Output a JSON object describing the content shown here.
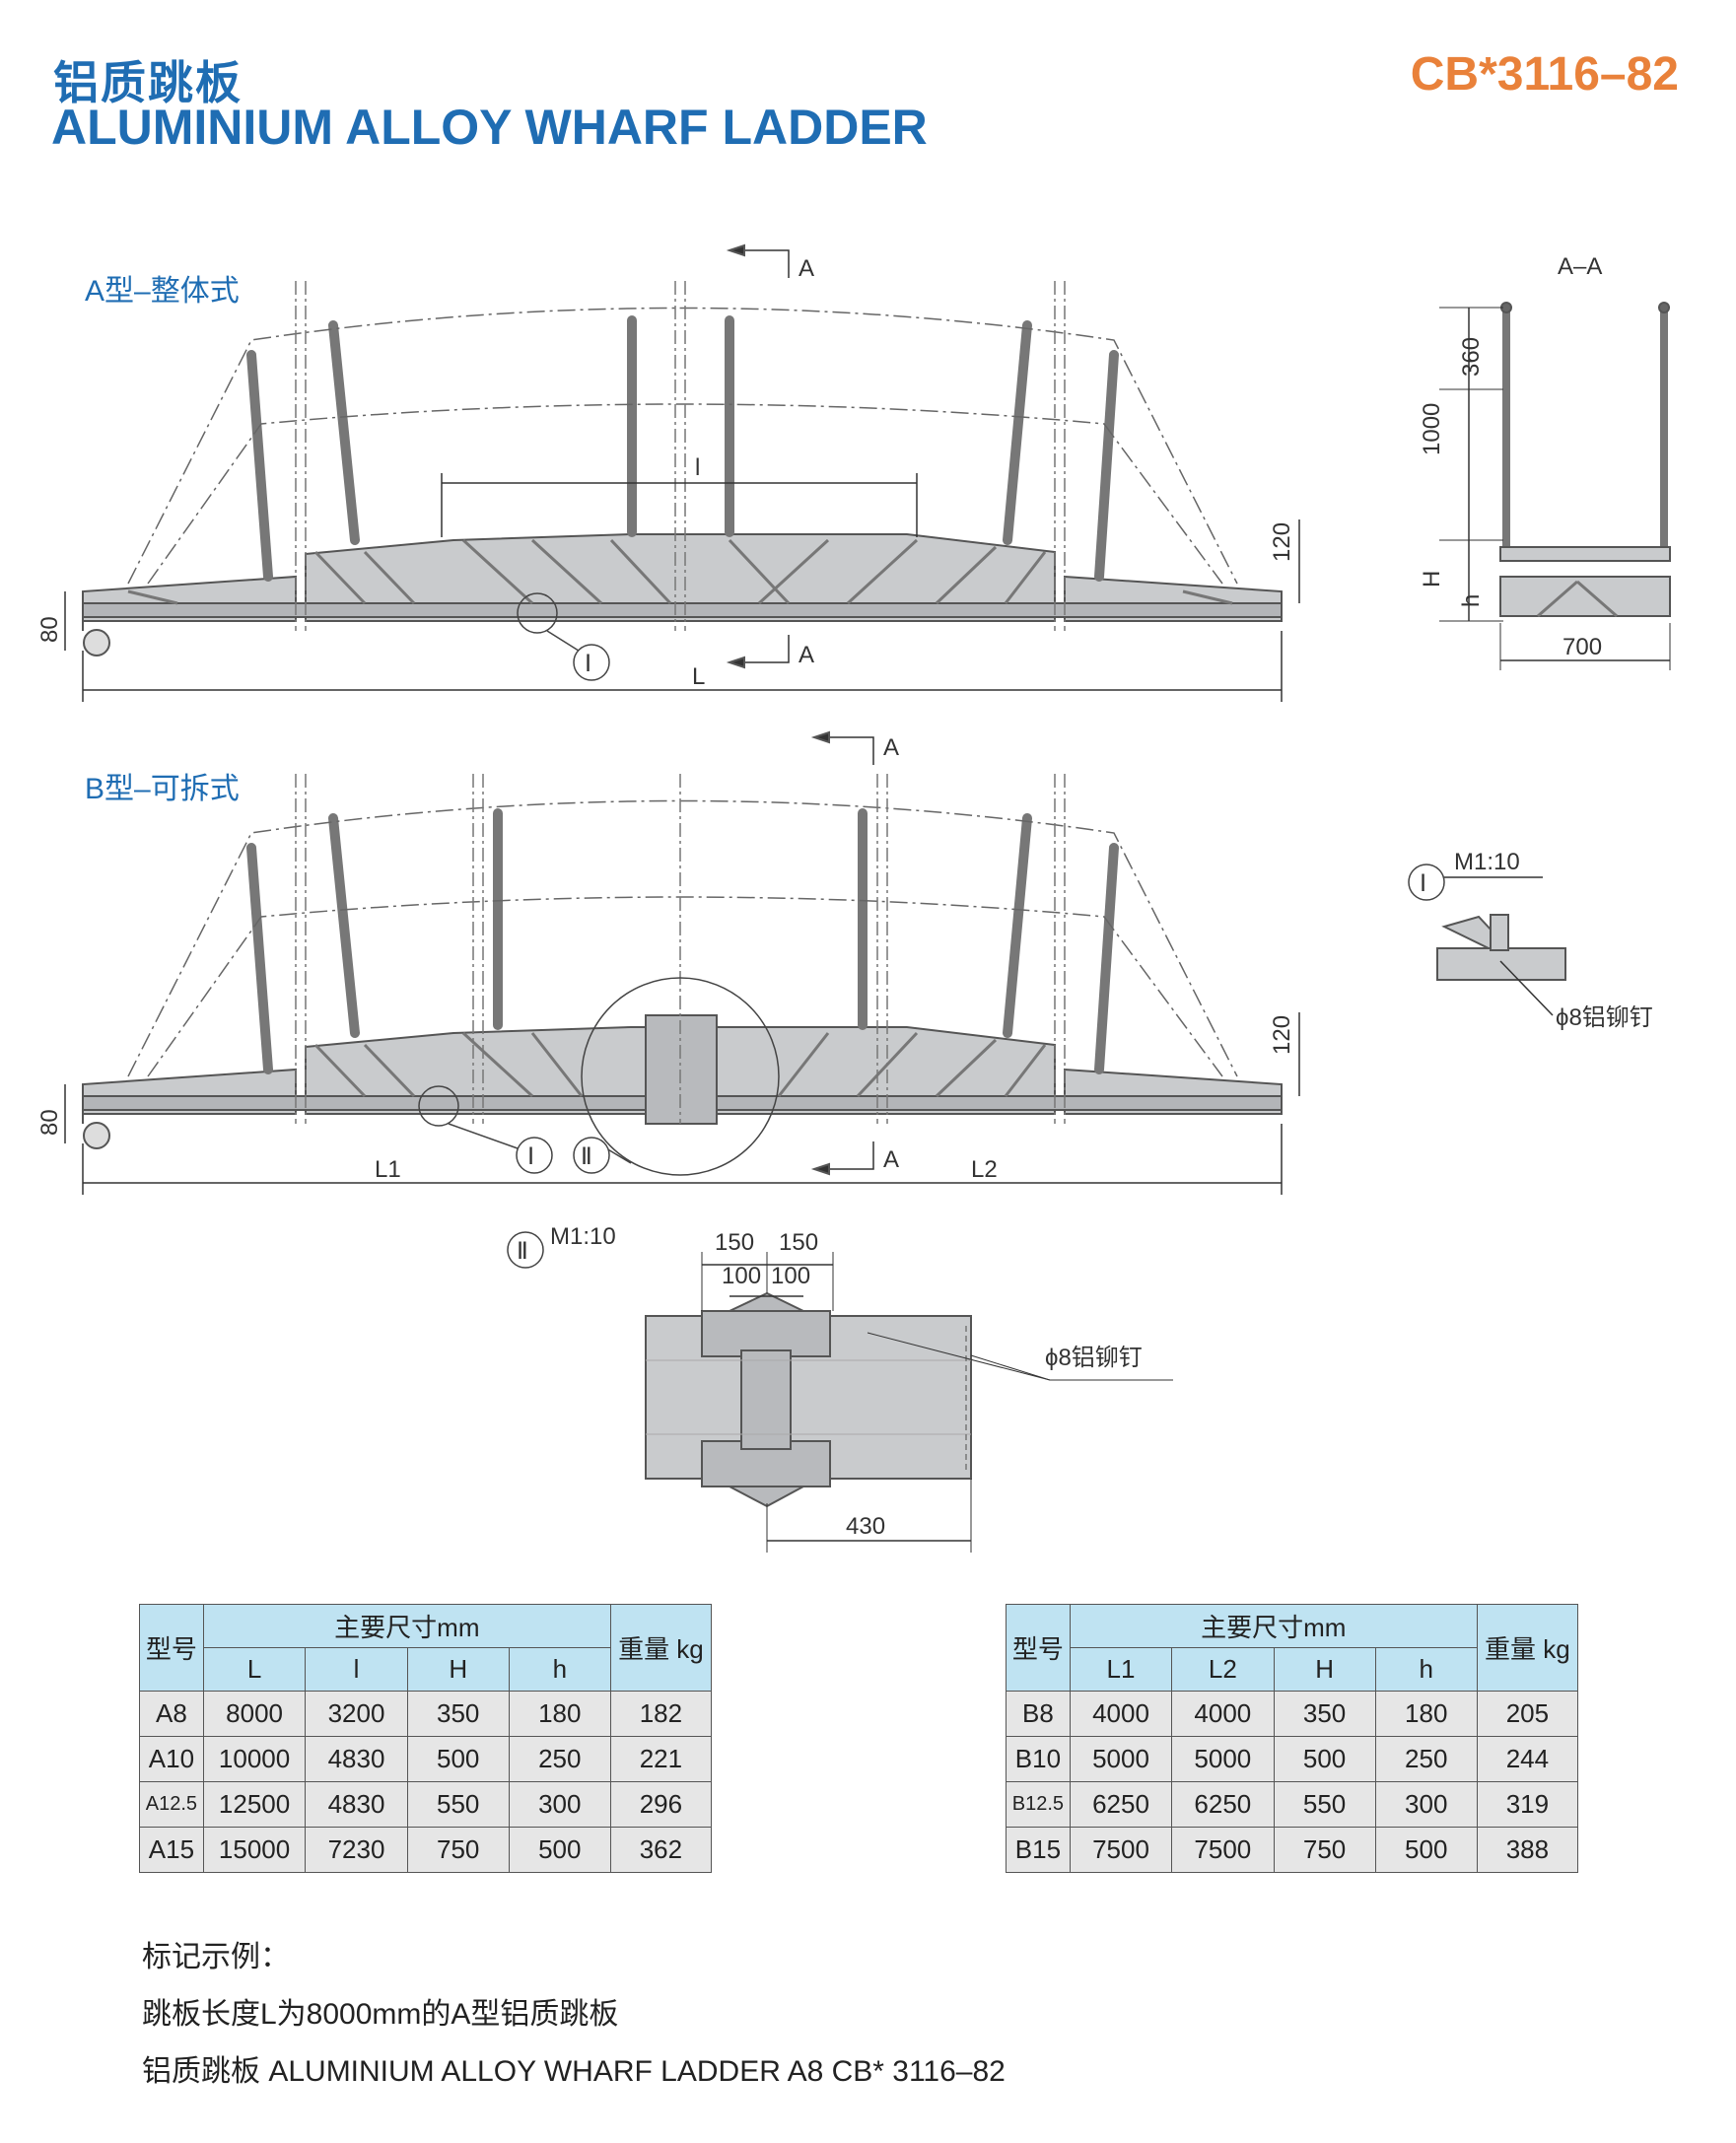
{
  "header": {
    "title_cn": "铝质跳板",
    "title_en": "ALUMINIUM ALLOY WHARF LADDER",
    "standard": "CB*3116–82"
  },
  "drawing": {
    "type_a_label": "A型–整体式",
    "type_b_label": "B型–可拆式",
    "section_aa": "A–A",
    "section_marker": "A",
    "dim_L": "L",
    "dim_l": "l",
    "dim_L1": "L1",
    "dim_L2": "L2",
    "dim_80": "80",
    "dim_120": "120",
    "dim_360": "360",
    "dim_1000": "1000",
    "dim_H": "H",
    "dim_h": "h",
    "dim_700": "700",
    "detail_i": "Ⅰ",
    "detail_ii": "Ⅱ",
    "scale": "M1:10",
    "rivet_note": "ϕ8铝铆钉",
    "dim_150": "150",
    "dim_100": "100",
    "dim_430": "430"
  },
  "table_a": {
    "col_model": "型号",
    "col_main": "主要尺寸mm",
    "col_weight": "重量 kg",
    "sub_headers": [
      "L",
      "l",
      "H",
      "h"
    ],
    "rows": [
      [
        "A8",
        "8000",
        "3200",
        "350",
        "180",
        "182"
      ],
      [
        "A10",
        "10000",
        "4830",
        "500",
        "250",
        "221"
      ],
      [
        "A12.5",
        "12500",
        "4830",
        "550",
        "300",
        "296"
      ],
      [
        "A15",
        "15000",
        "7230",
        "750",
        "500",
        "362"
      ]
    ]
  },
  "table_b": {
    "col_model": "型号",
    "col_main": "主要尺寸mm",
    "col_weight": "重量 kg",
    "sub_headers": [
      "L1",
      "L2",
      "H",
      "h"
    ],
    "rows": [
      [
        "B8",
        "4000",
        "4000",
        "350",
        "180",
        "205"
      ],
      [
        "B10",
        "5000",
        "5000",
        "500",
        "250",
        "244"
      ],
      [
        "B12.5",
        "6250",
        "6250",
        "550",
        "300",
        "319"
      ],
      [
        "B15",
        "7500",
        "7500",
        "750",
        "500",
        "388"
      ]
    ]
  },
  "notes": {
    "heading": "标记示例：",
    "line1": "跳板长度L为8000mm的A型铝质跳板",
    "line2": "铝质跳板  ALUMINIUM ALLOY WHARF LADDER A8 CB* 3116–82"
  }
}
